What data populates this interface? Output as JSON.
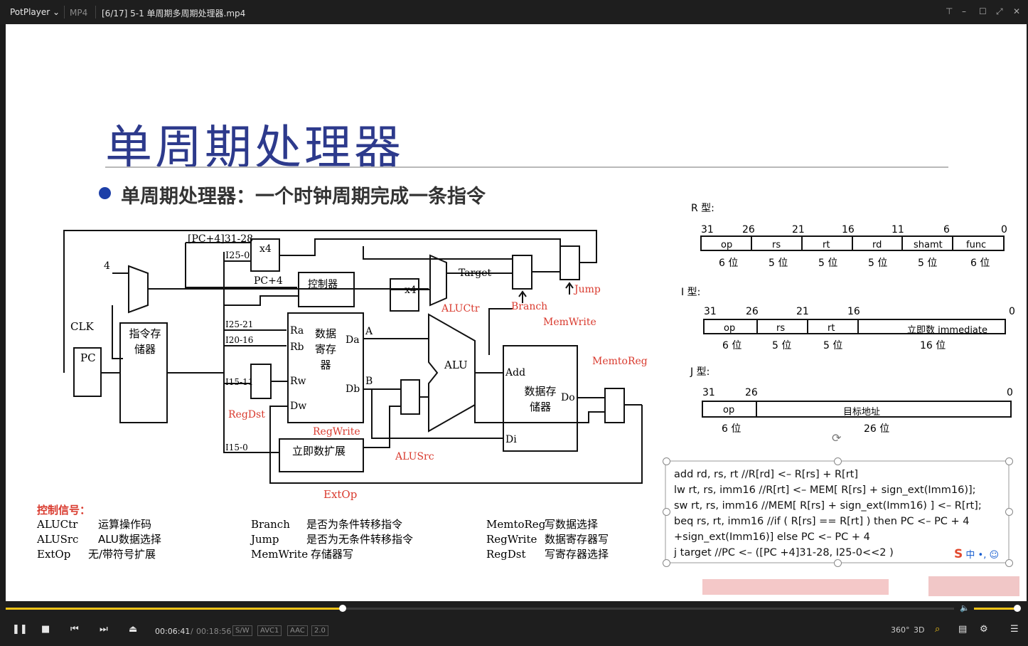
{
  "window": {
    "app": "PotPlayer",
    "format": "MP4",
    "file_title": "[6/17] 5-1 单周期多周期处理器.mp4"
  },
  "slide": {
    "title": "单周期处理器",
    "bullet": "单周期处理器：一个时钟周期完成一条指令",
    "diagram": {
      "pc4_hi": "[PC+4]31-28",
      "x4": "x4",
      "i25_0": "I25-0",
      "four": "4",
      "pc4": "PC+4",
      "controller": "控制器",
      "target": "Target",
      "jump": "Jump",
      "branch": "Branch",
      "aluctr": "ALUCtr",
      "clk": "CLK",
      "pc": "PC",
      "instr_mem": "指令存储器",
      "i25_21": "I25-21",
      "i20_16": "I20-16",
      "i15_11": "I15-11",
      "i15_0": "I15-0",
      "ra": "Ra",
      "rb": "Rb",
      "rw": "Rw",
      "dw": "Dw",
      "da": "Da",
      "db": "Db",
      "a": "A",
      "b": "B",
      "regfile": "数据寄存器",
      "regdst": "RegDst",
      "regwrite": "RegWrite",
      "alu": "ALU",
      "alusrc": "ALUSrc",
      "memwrite": "MemWrite",
      "add": "Add",
      "di": "Di",
      "do": "Do",
      "datamem": "数据存储器",
      "memtoreg": "MemtoReg",
      "imm_ext": "立即数扩展",
      "extop": "ExtOp"
    },
    "signals_title": "控制信号：",
    "signals": [
      {
        "name": "ALUCtr",
        "desc": "运算操作码"
      },
      {
        "name": "ALUSrc",
        "desc": "ALU数据选择"
      },
      {
        "name": "ExtOp",
        "desc": "无/带符号扩展"
      },
      {
        "name": "Branch",
        "desc": "是否为条件转移指令"
      },
      {
        "name": "Jump",
        "desc": "是否为无条件转移指令"
      },
      {
        "name": "MemWrite",
        "desc": "存储器写"
      },
      {
        "name": "MemtoReg",
        "desc": "写数据选择"
      },
      {
        "name": "RegWrite",
        "desc": "数据寄存器写"
      },
      {
        "name": "RegDst",
        "desc": "写寄存器选择"
      }
    ],
    "formats": {
      "r": {
        "label": "R 型:",
        "bits": [
          "31",
          "26",
          "21",
          "16",
          "11",
          "6",
          "0"
        ],
        "fields": [
          "op",
          "rs",
          "rt",
          "rd",
          "shamt",
          "func"
        ],
        "widths": [
          "6 位",
          "5 位",
          "5 位",
          "5 位",
          "5 位",
          "6 位"
        ]
      },
      "i": {
        "label": "I 型:",
        "bits": [
          "31",
          "26",
          "21",
          "16",
          "0"
        ],
        "fields": [
          "op",
          "rs",
          "rt",
          "立即数  immediate"
        ],
        "widths": [
          "6 位",
          "5 位",
          "5 位",
          "16 位"
        ]
      },
      "j": {
        "label": "J 型:",
        "bits": [
          "31",
          "26",
          "0"
        ],
        "fields": [
          "op",
          "目标地址"
        ],
        "widths": [
          "6 位",
          "26 位"
        ]
      }
    },
    "code": [
      "add rd, rs, rt   //R[rd] <– R[rs] + R[rt]",
      " lw rt, rs, imm16  //R[rt] <– MEM[ R[rs] + sign_ext(Imm16)];",
      " sw rt, rs, imm16  //MEM[ R[rs] + sign_ext(Imm16) ] <– R[rt];",
      "beq rs, rt, imm16   //if ( R[rs] == R[rt] ) then PC <– PC + 4",
      "+sign_ext(Imm16)] else PC <– PC + 4",
      " j target   //PC <– ([PC +4]31-28, I25-0<<2 )"
    ],
    "ime": "中 •,"
  },
  "player": {
    "time_current": "00:06:41",
    "time_sep": "/",
    "time_total": "00:18:56",
    "progress": 0.355,
    "volume": 0.95,
    "tags": [
      "S/W",
      "AVC1",
      "AAC",
      "2.0"
    ],
    "right_labels": {
      "v360": "360°",
      "v3d": "3D"
    }
  },
  "colors": {
    "title_blue": "#2d3a8c",
    "signal_red": "#d93a2e",
    "seek_yellow": "#f2c318"
  }
}
